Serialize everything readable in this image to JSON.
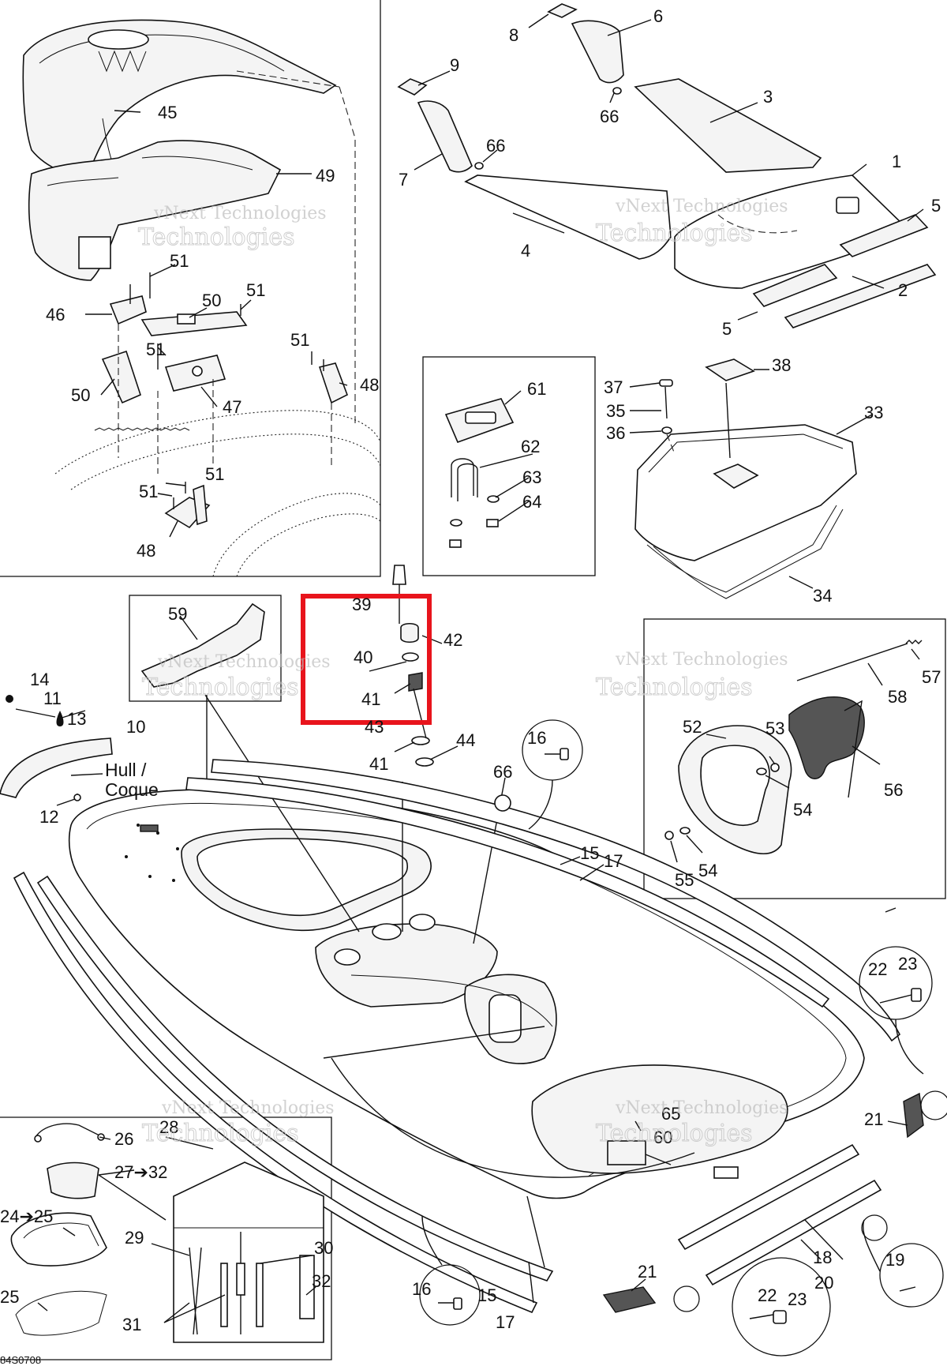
{
  "diagram": {
    "code": "84S0708",
    "watermark": {
      "line1": "vNext Technologies",
      "line2": "Technologies"
    },
    "hull_label": {
      "line1": "Hull /",
      "line2": "Coque"
    },
    "highlight_color": "#e8141c",
    "callouts": [
      {
        "id": "c1",
        "text": "1"
      },
      {
        "id": "c2",
        "text": "2"
      },
      {
        "id": "c3",
        "text": "3"
      },
      {
        "id": "c4",
        "text": "4"
      },
      {
        "id": "c5a",
        "text": "5"
      },
      {
        "id": "c5b",
        "text": "5"
      },
      {
        "id": "c6",
        "text": "6"
      },
      {
        "id": "c7",
        "text": "7"
      },
      {
        "id": "c8",
        "text": "8"
      },
      {
        "id": "c9",
        "text": "9"
      },
      {
        "id": "c10",
        "text": "10"
      },
      {
        "id": "c11",
        "text": "11"
      },
      {
        "id": "c12",
        "text": "12"
      },
      {
        "id": "c13",
        "text": "13"
      },
      {
        "id": "c14",
        "text": "14"
      },
      {
        "id": "c15a",
        "text": "15"
      },
      {
        "id": "c15b",
        "text": "15"
      },
      {
        "id": "c16a",
        "text": "16"
      },
      {
        "id": "c16b",
        "text": "16"
      },
      {
        "id": "c17a",
        "text": "17"
      },
      {
        "id": "c17b",
        "text": "17"
      },
      {
        "id": "c18",
        "text": "18"
      },
      {
        "id": "c19",
        "text": "19"
      },
      {
        "id": "c20",
        "text": "20"
      },
      {
        "id": "c21a",
        "text": "21"
      },
      {
        "id": "c21b",
        "text": "21"
      },
      {
        "id": "c22a",
        "text": "22"
      },
      {
        "id": "c22b",
        "text": "22"
      },
      {
        "id": "c23a",
        "text": "23"
      },
      {
        "id": "c23b",
        "text": "23"
      },
      {
        "id": "c24",
        "text": "24➔25"
      },
      {
        "id": "c25",
        "text": "25"
      },
      {
        "id": "c26",
        "text": "26"
      },
      {
        "id": "c27",
        "text": "27➔32"
      },
      {
        "id": "c28",
        "text": "28"
      },
      {
        "id": "c29",
        "text": "29"
      },
      {
        "id": "c30",
        "text": "30"
      },
      {
        "id": "c31",
        "text": "31"
      },
      {
        "id": "c32",
        "text": "32"
      },
      {
        "id": "c33",
        "text": "33"
      },
      {
        "id": "c34",
        "text": "34"
      },
      {
        "id": "c35",
        "text": "35"
      },
      {
        "id": "c36",
        "text": "36"
      },
      {
        "id": "c37",
        "text": "37"
      },
      {
        "id": "c38",
        "text": "38"
      },
      {
        "id": "c39",
        "text": "39"
      },
      {
        "id": "c40",
        "text": "40"
      },
      {
        "id": "c41a",
        "text": "41"
      },
      {
        "id": "c41b",
        "text": "41"
      },
      {
        "id": "c42",
        "text": "42"
      },
      {
        "id": "c43",
        "text": "43"
      },
      {
        "id": "c44",
        "text": "44"
      },
      {
        "id": "c45",
        "text": "45"
      },
      {
        "id": "c46",
        "text": "46"
      },
      {
        "id": "c47",
        "text": "47"
      },
      {
        "id": "c48a",
        "text": "48"
      },
      {
        "id": "c48b",
        "text": "48"
      },
      {
        "id": "c49",
        "text": "49"
      },
      {
        "id": "c50a",
        "text": "50"
      },
      {
        "id": "c50b",
        "text": "50"
      },
      {
        "id": "c51a",
        "text": "51"
      },
      {
        "id": "c51b",
        "text": "51"
      },
      {
        "id": "c51c",
        "text": "51"
      },
      {
        "id": "c51d",
        "text": "51"
      },
      {
        "id": "c51e",
        "text": "51"
      },
      {
        "id": "c51f",
        "text": "51"
      },
      {
        "id": "c52",
        "text": "52"
      },
      {
        "id": "c53",
        "text": "53"
      },
      {
        "id": "c54a",
        "text": "54"
      },
      {
        "id": "c54b",
        "text": "54"
      },
      {
        "id": "c55",
        "text": "55"
      },
      {
        "id": "c56",
        "text": "56"
      },
      {
        "id": "c57",
        "text": "57"
      },
      {
        "id": "c58",
        "text": "58"
      },
      {
        "id": "c59",
        "text": "59"
      },
      {
        "id": "c60",
        "text": "60"
      },
      {
        "id": "c61",
        "text": "61"
      },
      {
        "id": "c62",
        "text": "62"
      },
      {
        "id": "c63",
        "text": "63"
      },
      {
        "id": "c64",
        "text": "64"
      },
      {
        "id": "c65",
        "text": "65"
      },
      {
        "id": "c66a",
        "text": "66"
      },
      {
        "id": "c66b",
        "text": "66"
      },
      {
        "id": "c66c",
        "text": "66"
      }
    ]
  }
}
